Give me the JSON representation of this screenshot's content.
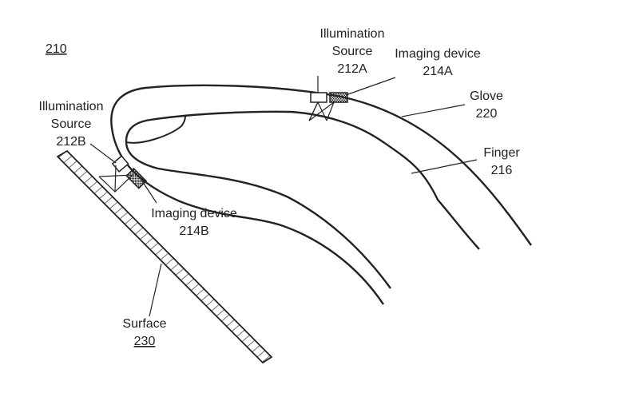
{
  "figure_number": "210",
  "labels": {
    "illum_a": {
      "line1": "Illumination",
      "line2": "Source",
      "ref": "212A"
    },
    "imaging_a": {
      "line1": "Imaging device",
      "ref": "214A"
    },
    "glove": {
      "line1": "Glove",
      "ref": "220"
    },
    "finger": {
      "line1": "Finger",
      "ref": "216"
    },
    "illum_b": {
      "line1": "Illumination",
      "line2": "Source",
      "ref": "212B"
    },
    "imaging_b": {
      "line1": "Imaging device",
      "ref": "214B"
    },
    "surface": {
      "line1": "Surface",
      "ref": "230"
    }
  },
  "colors": {
    "stroke": "#222222",
    "background": "#ffffff"
  }
}
